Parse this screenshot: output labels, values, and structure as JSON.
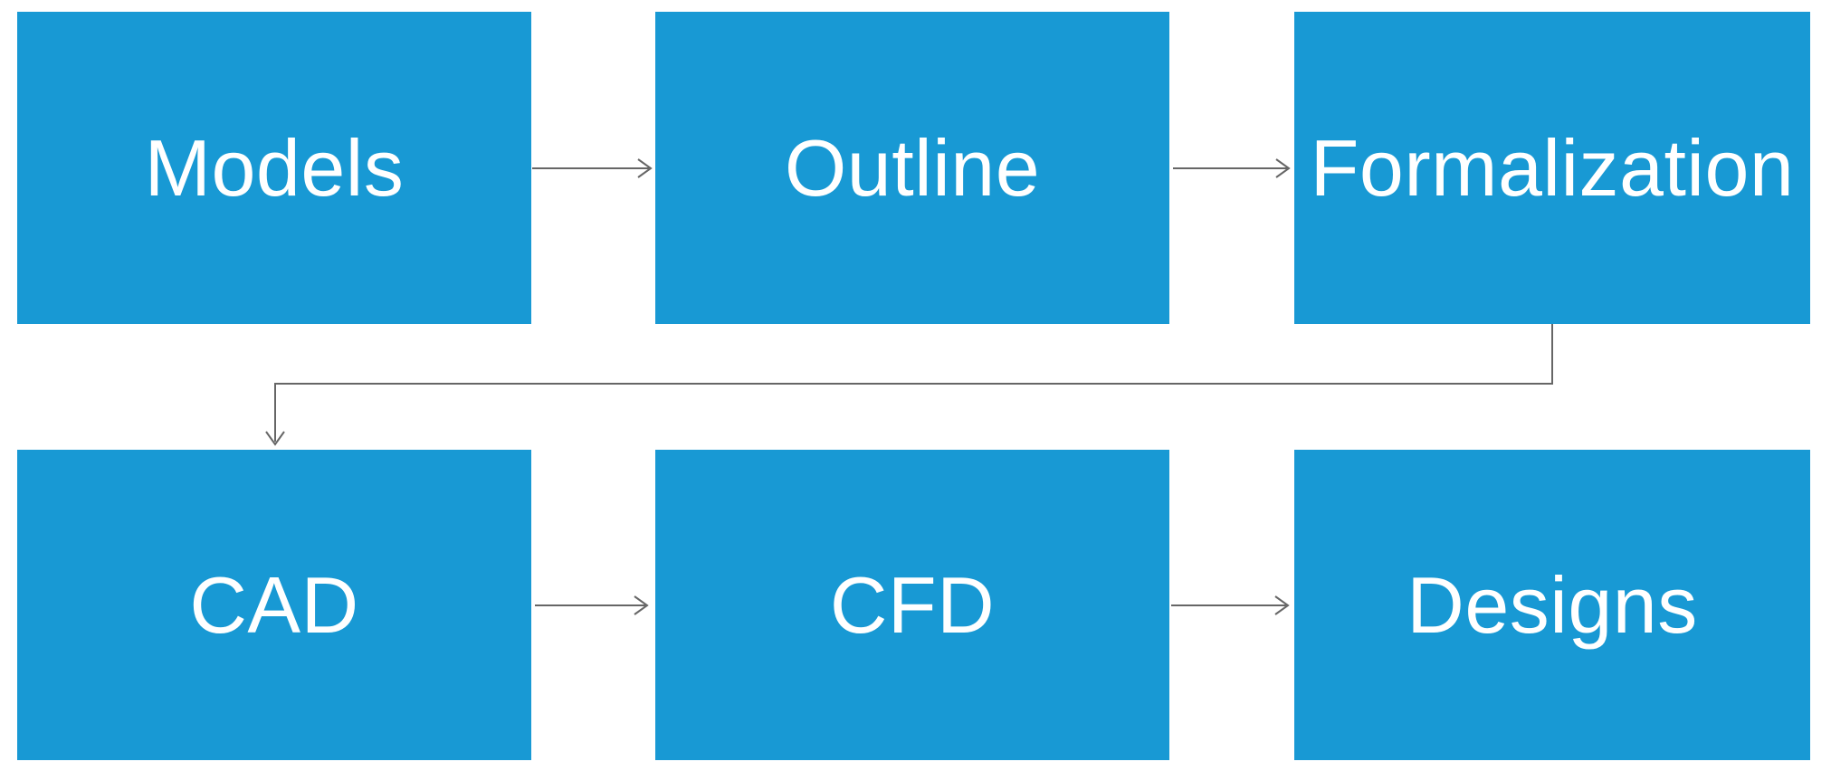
{
  "diagram": {
    "type": "flowchart",
    "colors": {
      "background": "#ffffff",
      "node_fill": "#1899d4",
      "node_text": "#ffffff",
      "connector": "#666666"
    },
    "nodes": [
      {
        "id": "models",
        "label": "Models",
        "row": 1,
        "col": 1
      },
      {
        "id": "outline",
        "label": "Outline",
        "row": 1,
        "col": 2
      },
      {
        "id": "formalization",
        "label": "Formalization",
        "row": 1,
        "col": 3
      },
      {
        "id": "cad",
        "label": "CAD",
        "row": 2,
        "col": 1
      },
      {
        "id": "cfd",
        "label": "CFD",
        "row": 2,
        "col": 2
      },
      {
        "id": "designs",
        "label": "Designs",
        "row": 2,
        "col": 3
      }
    ],
    "edges": [
      {
        "from": "models",
        "to": "outline"
      },
      {
        "from": "outline",
        "to": "formalization"
      },
      {
        "from": "formalization",
        "to": "cad"
      },
      {
        "from": "cad",
        "to": "cfd"
      },
      {
        "from": "cfd",
        "to": "designs"
      }
    ]
  }
}
